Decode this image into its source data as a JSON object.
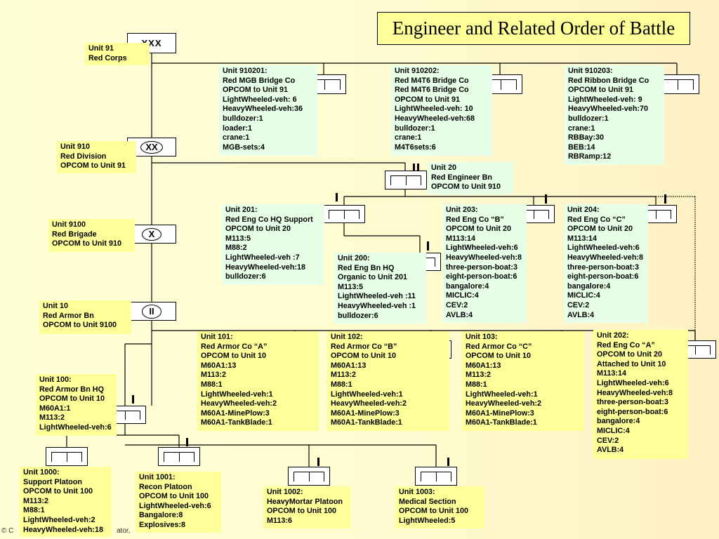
{
  "title": "Engineer and Related Order of Battle",
  "footer": "© C",
  "footer_tail": "ator,",
  "symbols": {
    "corps": "XXX",
    "division": "XX",
    "brigade": "X",
    "battalion": "II"
  },
  "units": {
    "u91": [
      "Unit 91",
      "Red Corps"
    ],
    "u910": [
      "Unit 910",
      "Red Division",
      "OPCOM to Unit 91"
    ],
    "u9100": [
      "Unit 9100",
      "Red Brigade",
      "OPCOM to Unit 910"
    ],
    "u10": [
      "Unit 10",
      "Red Armor Bn",
      "OPCOM to Unit 9100"
    ],
    "u100": [
      "Unit 100:",
      "Red Armor Bn HQ",
      "OPCOM  to  Unit 10",
      "M60A1:1",
      "M113:2",
      "LightWheeled-veh:6"
    ],
    "u910201": [
      "Unit 910201:",
      "Red MGB Bridge Co",
      "OPCOM to Unit 91",
      "LightWheeled-veh: 6",
      "HeavyWheeled-veh:36",
      "bulldozer:1",
      "loader:1",
      "crane:1",
      "MGB-sets:4"
    ],
    "u910202": [
      "Unit 910202:",
      "Red M4T6 Bridge Co",
      "Red M4T6 Bridge Co",
      "OPCOM to Unit 91",
      "LightWheeled-veh: 10",
      "HeavyWheeled-veh:68",
      "bulldozer:1",
      "crane:1",
      "M4T6sets:6"
    ],
    "u910203": [
      "Unit 910203:",
      "Red Ribbon Bridge Co",
      "OPCOM to Unit 91",
      "LightWheeled-veh: 9",
      "HeavyWheeled-veh:70",
      "bulldozer:1",
      "crane:1",
      "RBBay:30",
      "BEB:14",
      "RBRamp:12"
    ],
    "u20": [
      "Unit 20",
      "Red Engineer Bn",
      "OPCOM to Unit 910"
    ],
    "u201": [
      "Unit 201:",
      "Red Eng Co HQ Support",
      "OPCOM  to  Unit 20",
      "M113:5",
      "M88:2",
      "LightWheeled-veh :7",
      "HeavyWheeled-veh:18",
      "bulldozer:6"
    ],
    "u200": [
      "Unit 200:",
      "Red Eng Bn HQ",
      "Organic  to  Unit 201",
      "M113:5",
      "LightWheeled-veh :11",
      "HeavyWheeled-veh :1",
      "bulldozer:6"
    ],
    "u203": [
      "Unit 203:",
      "Red Eng Co “B”",
      "OPCOM  to  Unit 20",
      "M113:14",
      "LightWheeled-veh:6",
      "HeavyWheeled-veh:8",
      "three-person-boat:3",
      "eight-person-boat:6",
      "bangalore:4",
      "MICLIC:4",
      "CEV:2",
      "AVLB:4"
    ],
    "u204": [
      "Unit 204:",
      "Red Eng Co  “C”",
      "OPCOM  to  Unit 20",
      "M113:14",
      "LightWheeled-veh:6",
      "HeavyWheeled-veh:8",
      "three-person-boat:3",
      "eight-person-boat:6",
      "bangalore:4",
      "MICLIC:4",
      "CEV:2",
      "AVLB:4"
    ],
    "u101": [
      "Unit 101:",
      "Red Armor Co  “A”",
      "OPCOM  to  Unit 10",
      "M60A1:13",
      "M113:2",
      "M88:1",
      "LightWheeled-veh:1",
      "HeavyWheeled-veh:2",
      "M60A1-MinePlow:3",
      "M60A1-TankBlade:1"
    ],
    "u102": [
      "Unit 102:",
      "Red Armor Co  “B”",
      "OPCOM  to  Unit 10",
      "M60A1:13",
      "M113:2",
      "M88:1",
      "LightWheeled-veh:1",
      "HeavyWheeled-veh:2",
      "M60A1-MinePlow:3",
      "M60A1-TankBlade:1"
    ],
    "u103": [
      "Unit 103:",
      "Red Armor Co  “C”",
      "OPCOM  to  Unit 10",
      "M60A1:13",
      "M113:2",
      "M88:1",
      "LightWheeled-veh:1",
      "HeavyWheeled-veh:2",
      "M60A1-MinePlow:3",
      "M60A1-TankBlade:1"
    ],
    "u202": [
      "Unit 202:",
      "Red Eng Co “A”",
      "OPCOM  to  Unit 20",
      "Attached to Unit 10",
      "M113:14",
      "LightWheeled-veh:6",
      "HeavyWheeled-veh:8",
      "three-person-boat:3",
      "eight-person-boat:6",
      "bangalore:4",
      "MICLIC:4",
      "CEV:2",
      "AVLB:4"
    ],
    "u1000": [
      "Unit 1000:",
      "Support Platoon",
      "OPCOM  to  Unit 100",
      "M113:2",
      "M88:1",
      "LightWheeled-veh:2",
      "HeavyWheeled-veh:18"
    ],
    "u1001": [
      "Unit 1001:",
      "Recon Platoon",
      "OPCOM  to  Unit 100",
      "LightWheeled-veh:6",
      "Bangalore:8",
      "Explosives:8"
    ],
    "u1002": [
      "Unit 1002:",
      "HeavyMortar Platoon",
      "OPCOM  to  Unit 100",
      "M113:6"
    ],
    "u1003": [
      "Unit 1003:",
      "Medical Section",
      "OPCOM  to  Unit 100",
      "LightWheeled:5"
    ]
  }
}
